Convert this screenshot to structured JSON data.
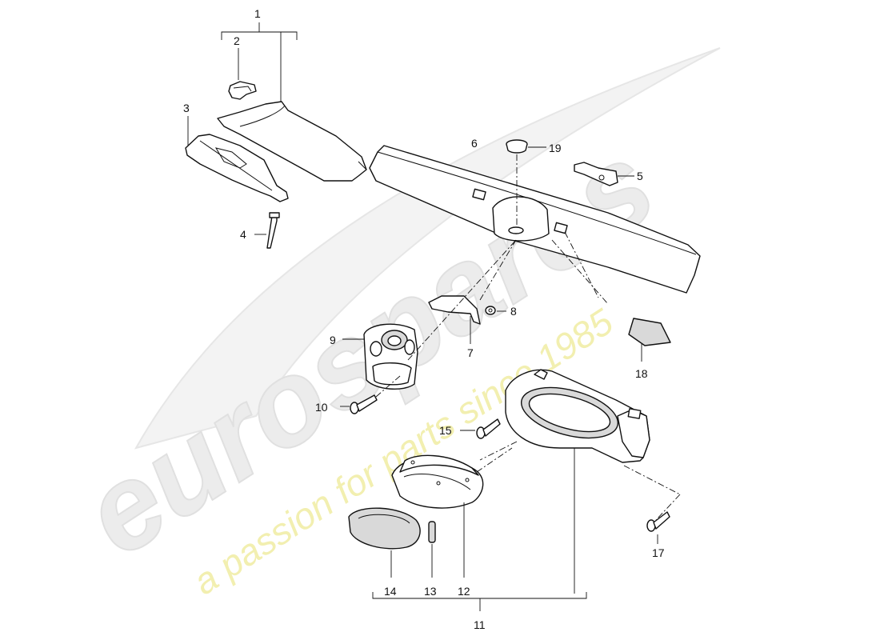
{
  "watermark": {
    "brand": "eurospares",
    "tagline": "a passion for parts since 1985"
  },
  "callouts": {
    "c1": "1",
    "c2": "2",
    "c3": "3",
    "c4": "4",
    "c5": "5",
    "c6": "6",
    "c7": "7",
    "c8": "8",
    "c9": "9",
    "c10": "10",
    "c11": "11",
    "c12": "12",
    "c13": "13",
    "c14": "14",
    "c15": "15",
    "c17": "17",
    "c18": "18",
    "c19": "19"
  }
}
